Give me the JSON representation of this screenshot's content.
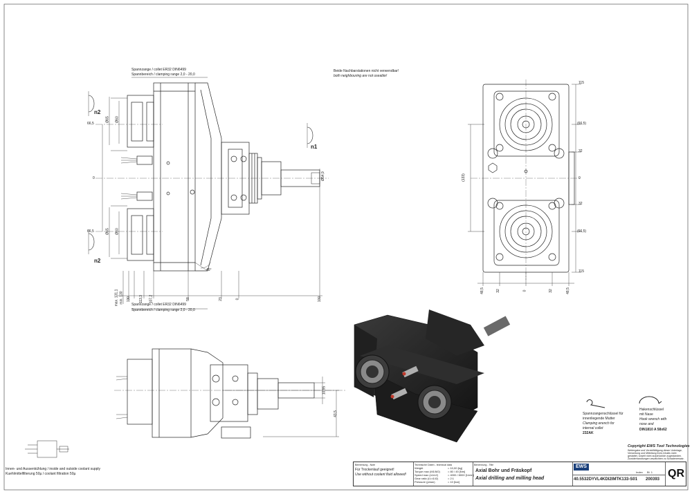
{
  "notes": {
    "collet_top_1": "Spannzange / collet   ER32   DIN6499",
    "collet_top_2": "Spannbereich / clamping range 2,0 - 20,0",
    "collet_bot_1": "Spannzange / collet   ER32   DIN6499",
    "collet_bot_2": "Spannbereich / clamping range 2,0 - 20,0",
    "warning_de": "Beide Nachbarstationen nicht verwendbar!",
    "warning_en": "both neighbouring are not useable!"
  },
  "labels": {
    "n1": "n1",
    "n2_top": "n2",
    "n2_bottom": "n2"
  },
  "dims_front": {
    "left_66_5_top": "66,5",
    "left_66_5_bot": "66,5",
    "zero_left": "0",
    "phi65_top": "Ø65",
    "phi60_top": "Ø60",
    "phi65_bot": "Ø65",
    "phi60_bot": "Ø60",
    "shaft": "Ø54,9",
    "angle": "45°",
    "b_max": "max. 131,1",
    "b_min": "min. 130",
    "b_130": "130",
    "b_113": "113,3",
    "b_107": "107,2",
    "b_58": "58",
    "b_23": "23",
    "b_0": "0",
    "b_100": "100"
  },
  "dims_side": {
    "r115_top": "115",
    "r66_5_top": "(66,5)",
    "r32_top": "32",
    "r0": "0",
    "r32_bot": "32",
    "r66_5_bot": "(66,5)",
    "r115_bot": "115",
    "left133": "(133)",
    "b48_5_l": "48,5",
    "b32_l": "32",
    "b0": "0",
    "b32_r": "32",
    "b48_5_r": "48,5"
  },
  "dims_bottom_view": {
    "d10_95": "10,95",
    "d43_5": "43,5"
  },
  "tools": {
    "wrench1_de": "Spannzangenschlüssel für",
    "wrench1_de2": "innenliegende Mutter",
    "wrench1_en": "Clamping wrench for",
    "wrench1_en2": "internal collet",
    "wrench1_code": "232AK",
    "wrench2_de": "Hakenschlüssel",
    "wrench2_de2": "mit Nase",
    "wrench2_en": "Hook wrench with",
    "wrench2_en2": "nose and",
    "wrench2_code": "DIN1810  A  58x62"
  },
  "coolant": {
    "line1": "Innen- und Aussenkühlung / inside and outside coolant supply",
    "line2": "Kuehlmittelfilterung 50µ / coolant filtration 50µ"
  },
  "copyright": {
    "title": "Copyright EWS Tool Technologies",
    "l1": "Weitergabe und Vervielfältigung dieser Unterlage,",
    "l2": "Verwertung und Mitteilung ihres Inhalts nicht",
    "l3": "gestattet, soweit nicht ausdrücklich zugestanden.",
    "l4": "Zuwiderhandlungen verpflichten zu Schadenersatz."
  },
  "titleblock": {
    "remark_hdr": "Bemerkung - Note",
    "remark1": "Für Trockenlauf geeignet!",
    "remark2": "Use without coolant fluid allowed!",
    "tech_hdr": "Technische Daten - technical data",
    "weight_l": "Weight",
    "weight_v": "= 10,00 [kg]",
    "torque_l": "Torque max (M1/M2)",
    "torque_v": "= 80 / 45 [Nm]",
    "speed_l": "Speed max (n1/n2)",
    "speed_v": "= 4000 / 8000 [1/min]",
    "ratio_l": "Gear ratio (i1=i1/i2)",
    "ratio_v": "= 2:1",
    "press_l": "Pressure (pmax)",
    "press_v": "= 10 [bar]",
    "name_hdr": "Benennung - Title",
    "title_de": "Axial Bohr und Fräskopf",
    "title_en": "Axial drilling and milling head",
    "brand": "EWS",
    "part_no": "40.5532DYVL4KDI2IMTK133-S01",
    "drawing_no": "200393",
    "qr": "QR",
    "sheet": "Bl. 1",
    "rev": "Index"
  }
}
